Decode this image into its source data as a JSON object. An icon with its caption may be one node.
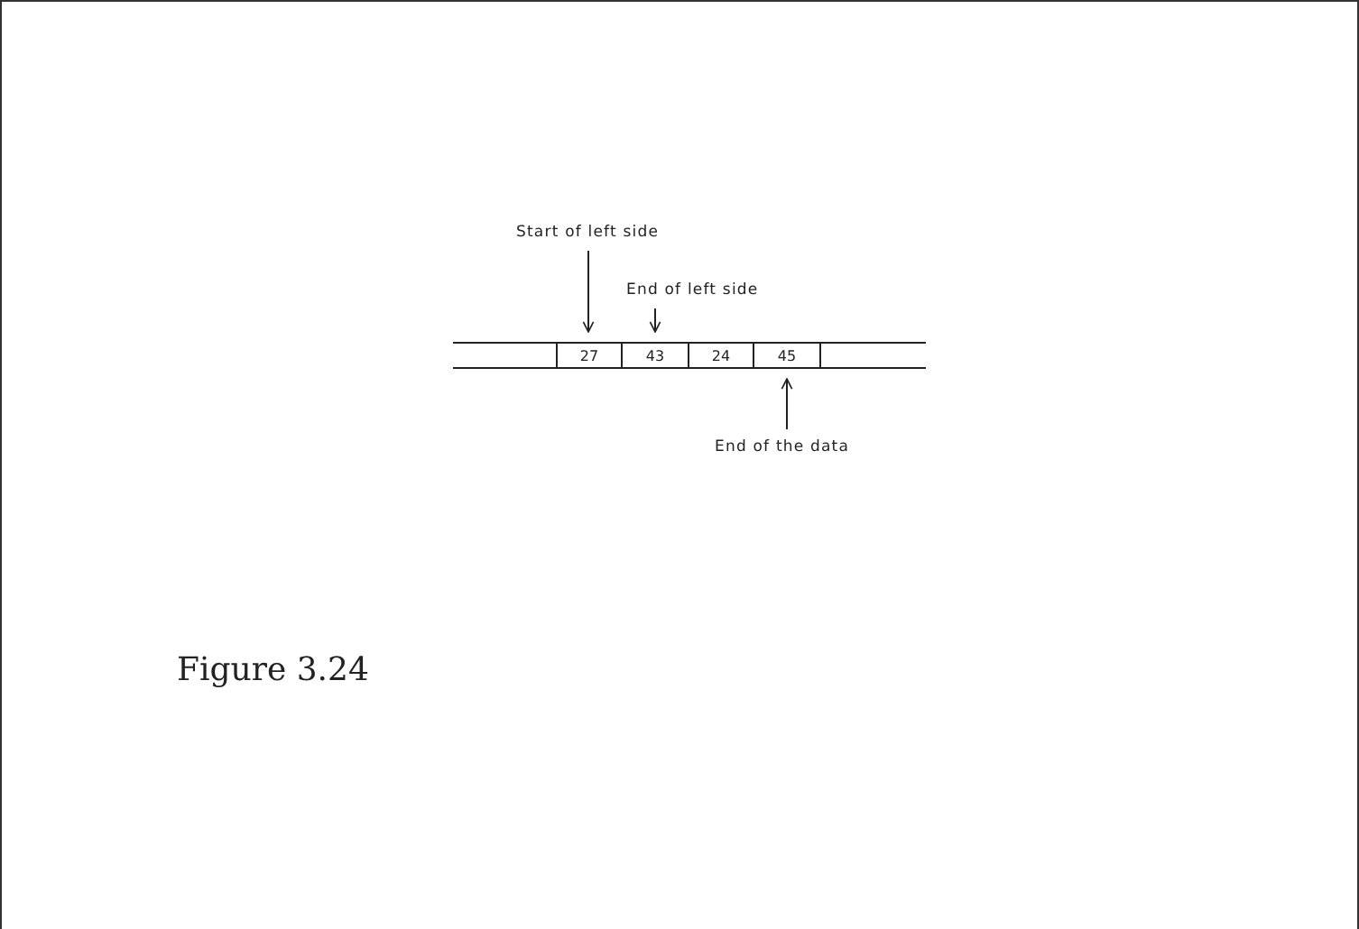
{
  "diagram": {
    "caption": "Figure 3.24",
    "nodes": [
      {
        "text": [
          "Start of left side"
        ]
      },
      {
        "text": [
          "End of left side"
        ]
      },
      {
        "text": [
          "27"
        ]
      },
      {
        "text": [
          "43"
        ]
      },
      {
        "text": [
          "24"
        ]
      },
      {
        "text": [
          "45"
        ]
      },
      {
        "text": [
          "End of the data"
        ]
      }
    ],
    "edges": [
      {
        "from": 0,
        "to": 2,
        "arrow": "to"
      },
      {
        "from": 1,
        "to": 3,
        "arrow": "to"
      },
      {
        "from": 6,
        "to": 5,
        "arrow": "to"
      }
    ]
  }
}
